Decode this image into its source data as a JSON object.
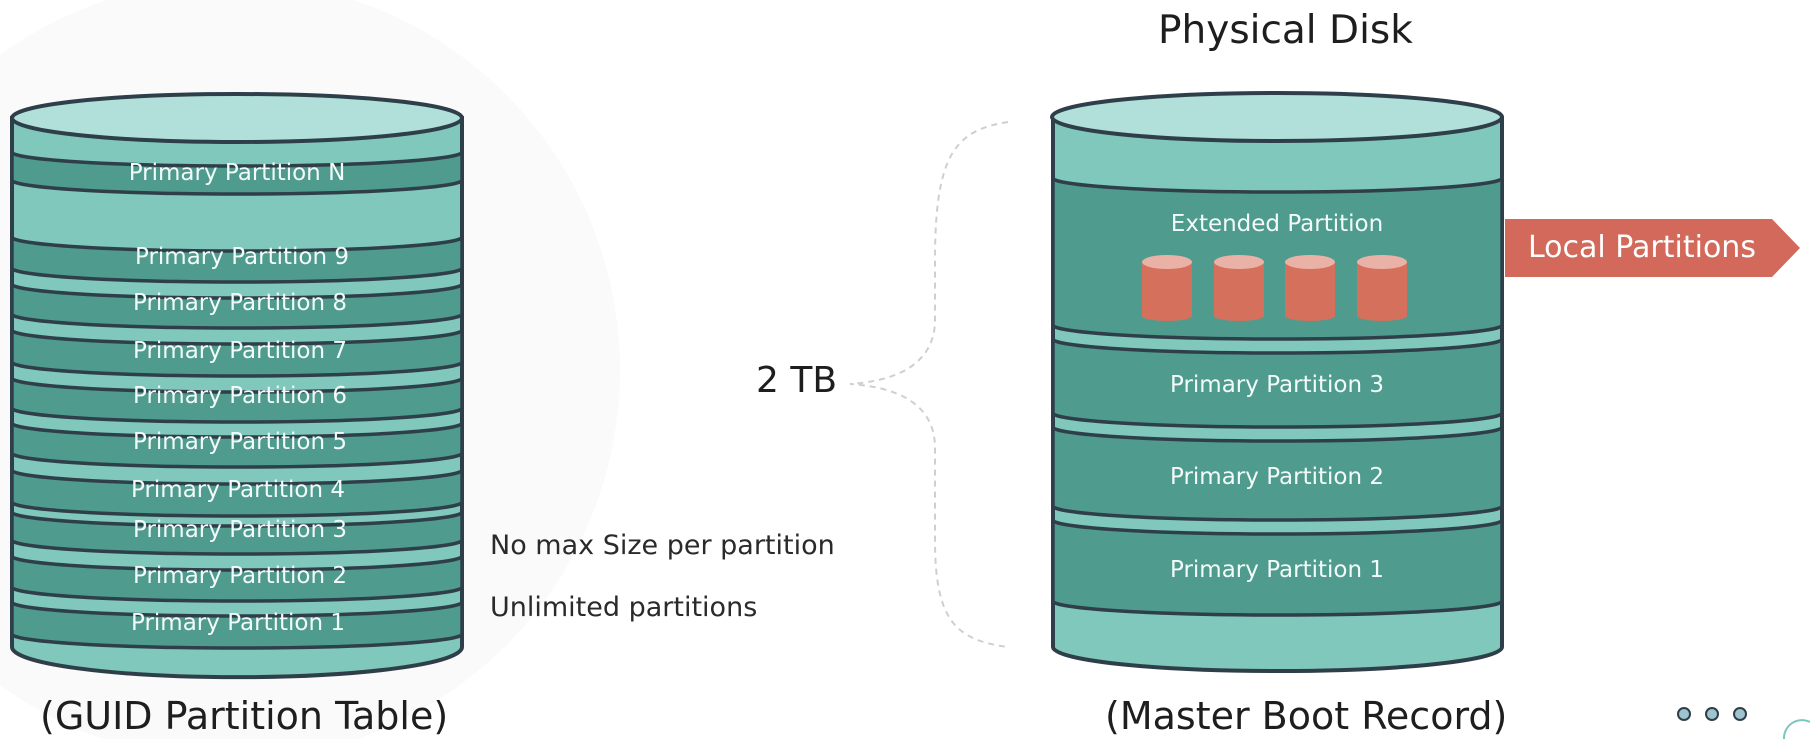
{
  "header": {
    "title": "Physical Disk"
  },
  "gpt": {
    "caption": "(GUID Partition Table)",
    "partitions": [
      "Primary Partition N",
      "Primary Partition 9",
      "Primary Partition 8",
      "Primary Partition 7",
      "Primary Partition 6",
      "Primary Partition 5",
      "Primary Partition 4",
      "Primary Partition 3",
      "Primary Partition 2",
      "Primary Partition 1"
    ],
    "notes": [
      "No max Size per partition",
      "Unlimited partitions"
    ]
  },
  "size_label": "2 TB",
  "mbr": {
    "caption": "(Master Boot Record)",
    "extended": "Extended Partition",
    "logical_arrow": "Local Partitions",
    "partitions": [
      "Primary Partition 3",
      "Primary Partition 2",
      "Primary Partition 1"
    ]
  },
  "colors": {
    "outline": "#2f3f4a",
    "band_dark": "#4f9b8e",
    "band_light": "#7fc8bb",
    "top_face": "#b0e0d9",
    "logical_drive": "#d4705c",
    "arrow": "#d2695a"
  }
}
